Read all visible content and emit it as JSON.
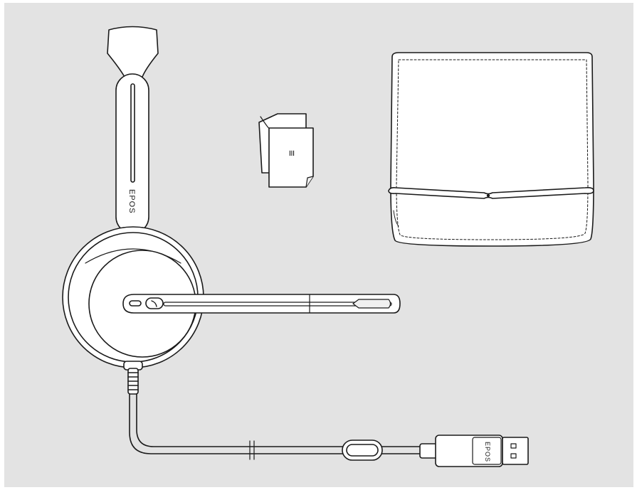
{
  "brand": {
    "headband_logo": "EPOS",
    "usb_logo": "EPOS",
    "guide_logo": "≡"
  },
  "colors": {
    "background": "#e3e3e3",
    "outline": "#1a1a1a",
    "fill": "#ffffff",
    "shade": "#f0f0f0"
  },
  "items": [
    "headset",
    "quick-guide",
    "carry-pouch",
    "usb-cable"
  ]
}
